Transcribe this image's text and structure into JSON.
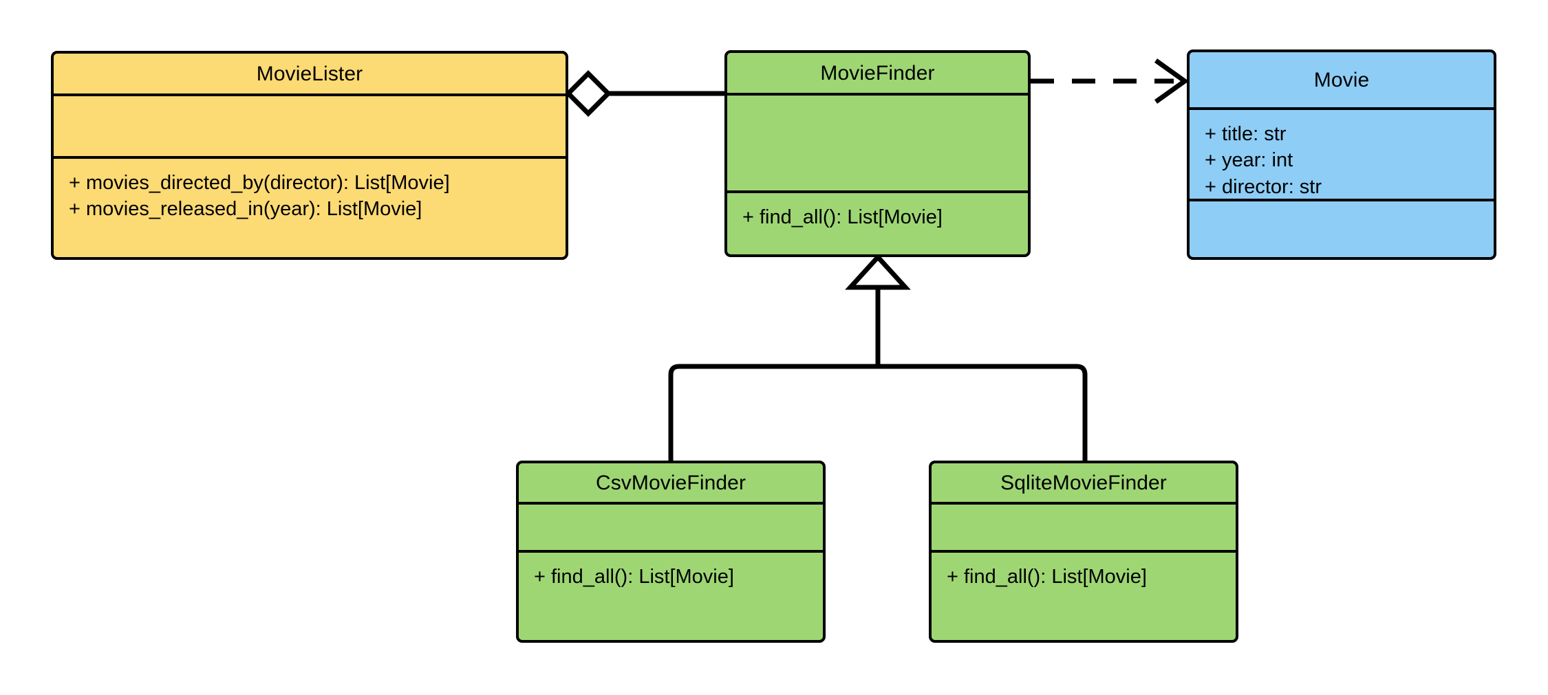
{
  "diagram": {
    "type": "uml-class-diagram",
    "title": "Movie Lister dependency injection class diagram",
    "background_color": "#ffffff",
    "line_color": "#000000"
  },
  "palette": {
    "yellow": "#fcda74",
    "green": "#9ed674",
    "blue": "#8ecdf5",
    "stroke": "#000000"
  },
  "classes": [
    {
      "id": "movielister",
      "name": "MovieLister",
      "fill": "#fcda74",
      "attributes": [],
      "operations": [
        "+ movies_directed_by(director): List[Movie]",
        "+ movies_released_in(year): List[Movie]"
      ]
    },
    {
      "id": "moviefinder",
      "name": "MovieFinder",
      "fill": "#9ed674",
      "attributes": [],
      "operations": [
        "+ find_all(): List[Movie]"
      ]
    },
    {
      "id": "movie",
      "name": "Movie",
      "fill": "#8ecdf5",
      "attributes": [
        "+ title: str",
        "+ year: int",
        "+ director: str"
      ],
      "operations": []
    },
    {
      "id": "csvmoviefinder",
      "name": "CsvMovieFinder",
      "fill": "#9ed674",
      "attributes": [],
      "operations": [
        "+ find_all(): List[Movie]"
      ]
    },
    {
      "id": "sqlitemoviefinder",
      "name": "SqliteMovieFinder",
      "fill": "#9ed674",
      "attributes": [],
      "operations": [
        "+ find_all(): List[Movie]"
      ]
    }
  ],
  "relationships": [
    {
      "id": "aggregation-movielister-moviefinder",
      "kind": "aggregation",
      "from": "MovieLister",
      "to": "MovieFinder",
      "marker": "hollow-diamond",
      "line": "solid"
    },
    {
      "id": "dependency-moviefinder-movie",
      "kind": "dependency",
      "from": "MovieFinder",
      "to": "Movie",
      "marker": "open-arrow",
      "line": "dashed"
    },
    {
      "id": "generalization-csvmoviefinder-moviefinder",
      "kind": "generalization",
      "from": "CsvMovieFinder",
      "to": "MovieFinder",
      "marker": "hollow-triangle",
      "line": "solid"
    },
    {
      "id": "generalization-sqlitemoviefinder-moviefinder",
      "kind": "generalization",
      "from": "SqliteMovieFinder",
      "to": "MovieFinder",
      "marker": "hollow-triangle",
      "line": "solid"
    }
  ]
}
